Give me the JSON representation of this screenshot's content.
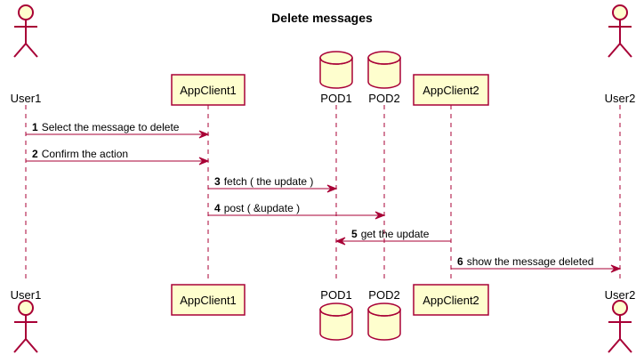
{
  "title": "Delete messages",
  "colors": {
    "accent": "#a80036",
    "box_fill": "#fefece",
    "text": "#000000",
    "lifeline": "#a80036"
  },
  "participants": [
    {
      "id": "user1",
      "name": "User1",
      "kind": "actor"
    },
    {
      "id": "appclient1",
      "name": "AppClient1",
      "kind": "participant"
    },
    {
      "id": "pod1",
      "name": "POD1",
      "kind": "database"
    },
    {
      "id": "pod2",
      "name": "POD2",
      "kind": "database"
    },
    {
      "id": "appclient2",
      "name": "AppClient2",
      "kind": "participant"
    },
    {
      "id": "user2",
      "name": "User2",
      "kind": "actor"
    }
  ],
  "messages": [
    {
      "num": "1",
      "text": "Select the message to delete",
      "from": "user1",
      "to": "appclient1"
    },
    {
      "num": "2",
      "text": "Confirm the action",
      "from": "user1",
      "to": "appclient1"
    },
    {
      "num": "3",
      "text": "fetch ( the update )",
      "from": "appclient1",
      "to": "pod1"
    },
    {
      "num": "4",
      "text": "post ( &update )",
      "from": "appclient1",
      "to": "pod2"
    },
    {
      "num": "5",
      "text": "get the update",
      "from": "appclient2",
      "to": "pod1"
    },
    {
      "num": "6",
      "text": "show the message deleted",
      "from": "appclient2",
      "to": "user2"
    }
  ]
}
